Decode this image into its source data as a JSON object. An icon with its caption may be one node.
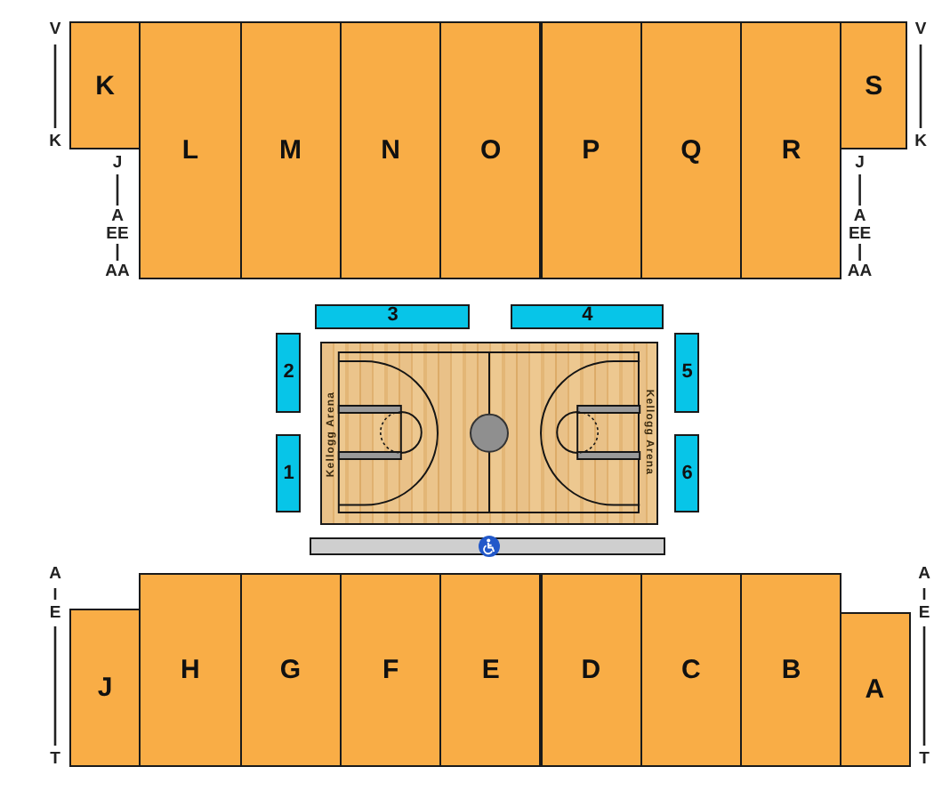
{
  "diagram": {
    "nodes": [
      {
        "text": [
          "K"
        ]
      },
      {
        "text": [
          "L"
        ]
      },
      {
        "text": [
          "M"
        ]
      },
      {
        "text": [
          "N"
        ]
      },
      {
        "text": [
          "O"
        ]
      },
      {
        "text": [
          "P"
        ]
      },
      {
        "text": [
          "Q"
        ]
      },
      {
        "text": [
          "R"
        ]
      },
      {
        "text": [
          "S"
        ]
      },
      {
        "text": [
          "3"
        ]
      },
      {
        "text": [
          "4"
        ]
      },
      {
        "text": [
          "2"
        ]
      },
      {
        "text": [
          "Kellogg Arena",
          "Kellogg Arena"
        ]
      },
      {
        "text": [
          "5"
        ]
      },
      {
        "text": [
          "1"
        ]
      },
      {
        "text": [
          "6"
        ]
      },
      {
        "text": [],
        "shape": "bar"
      },
      {
        "text": [
          "J"
        ]
      },
      {
        "text": [
          "H"
        ]
      },
      {
        "text": [
          "G"
        ]
      },
      {
        "text": [
          "F"
        ]
      },
      {
        "text": [
          "E"
        ]
      },
      {
        "text": [
          "D"
        ]
      },
      {
        "text": [
          "C"
        ]
      },
      {
        "text": [
          "B"
        ]
      },
      {
        "text": [
          "A"
        ]
      }
    ],
    "labels": [
      "V",
      "K",
      "J",
      "A",
      "EE",
      "AA",
      "V",
      "K",
      "J",
      "A",
      "EE",
      "AA",
      "A",
      "E",
      "T",
      "A",
      "E",
      "T"
    ]
  }
}
